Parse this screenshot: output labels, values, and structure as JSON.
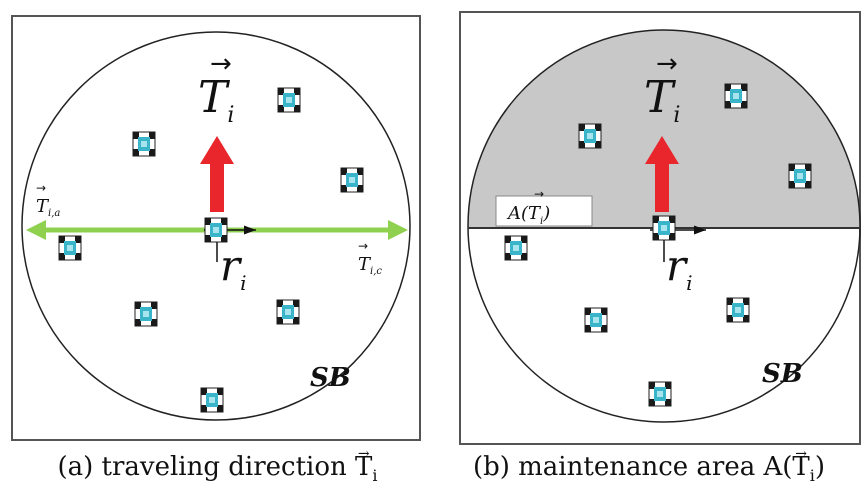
{
  "panel_a": {
    "labels": {
      "heading": "T",
      "heading_sub": "i",
      "robot": "r",
      "robot_sub": "i",
      "left_vec": "T",
      "left_sub": "i,a",
      "right_vec": "T",
      "right_sub": "i,c",
      "boundary": "SB"
    },
    "caption": {
      "prefix": "(a) traveling direction ",
      "symbol": "T",
      "sub": "i"
    }
  },
  "panel_b": {
    "labels": {
      "heading": "T",
      "heading_sub": "i",
      "robot": "r",
      "robot_sub": "i",
      "area_label": "A(T",
      "area_sub": "i",
      "area_close": ")",
      "boundary": "SB"
    },
    "caption": {
      "prefix": "(b) maintenance area A(",
      "symbol": "T",
      "sub": "i",
      "suffix": ")"
    }
  },
  "colors": {
    "heading_arrow": "#e8262b",
    "side_arrow": "#8fd14f",
    "shaded_area": "#c8c8c8",
    "robot_body": "#3ab4c8",
    "robot_wheels": "#1a1a1a"
  }
}
